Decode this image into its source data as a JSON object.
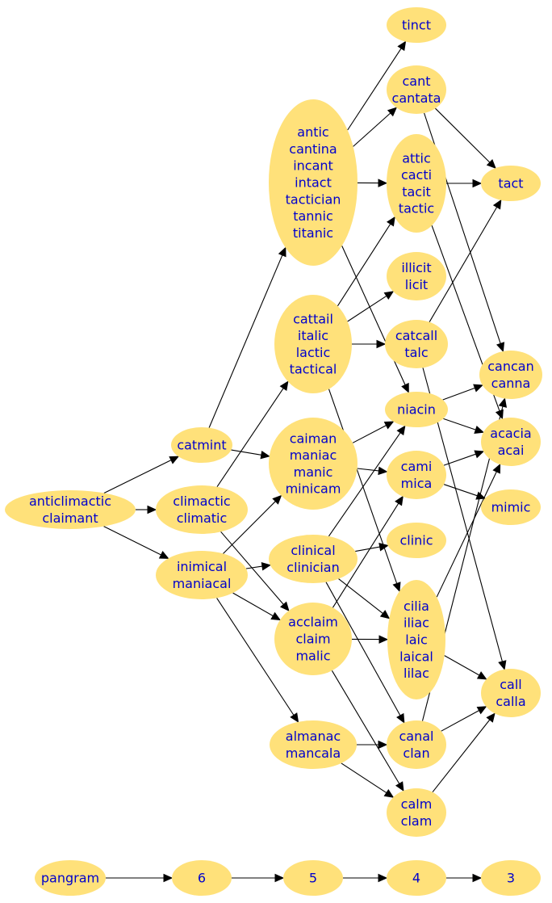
{
  "nodes": [
    {
      "id": "anticlimactic",
      "lines": [
        "anticlimactic",
        "claimant"
      ]
    },
    {
      "id": "catmint",
      "lines": [
        "catmint"
      ]
    },
    {
      "id": "climactic",
      "lines": [
        "climactic",
        "climatic"
      ]
    },
    {
      "id": "inimical",
      "lines": [
        "inimical",
        "maniacal"
      ]
    },
    {
      "id": "antic",
      "lines": [
        "antic",
        "cantina",
        "incant",
        "intact",
        "tactician",
        "tannic",
        "titanic"
      ]
    },
    {
      "id": "cattail",
      "lines": [
        "cattail",
        "italic",
        "lactic",
        "tactical"
      ]
    },
    {
      "id": "caiman",
      "lines": [
        "caiman",
        "maniac",
        "manic",
        "minicam"
      ]
    },
    {
      "id": "clinical",
      "lines": [
        "clinical",
        "clinician"
      ]
    },
    {
      "id": "acclaim",
      "lines": [
        "acclaim",
        "claim",
        "malic"
      ]
    },
    {
      "id": "almanac",
      "lines": [
        "almanac",
        "mancala"
      ]
    },
    {
      "id": "tinct",
      "lines": [
        "tinct"
      ]
    },
    {
      "id": "cant",
      "lines": [
        "cant",
        "cantata"
      ]
    },
    {
      "id": "attic",
      "lines": [
        "attic",
        "cacti",
        "tacit",
        "tactic"
      ]
    },
    {
      "id": "illicit",
      "lines": [
        "illicit",
        "licit"
      ]
    },
    {
      "id": "catcall",
      "lines": [
        "catcall",
        "talc"
      ]
    },
    {
      "id": "niacin",
      "lines": [
        "niacin"
      ]
    },
    {
      "id": "cami",
      "lines": [
        "cami",
        "mica"
      ]
    },
    {
      "id": "clinic",
      "lines": [
        "clinic"
      ]
    },
    {
      "id": "cilia",
      "lines": [
        "cilia",
        "iliac",
        "laic",
        "laical",
        "lilac"
      ]
    },
    {
      "id": "canal",
      "lines": [
        "canal",
        "clan"
      ]
    },
    {
      "id": "calm",
      "lines": [
        "calm",
        "clam"
      ]
    },
    {
      "id": "tact",
      "lines": [
        "tact"
      ]
    },
    {
      "id": "cancan",
      "lines": [
        "cancan",
        "canna"
      ]
    },
    {
      "id": "acacia",
      "lines": [
        "acacia",
        "acai"
      ]
    },
    {
      "id": "mimic",
      "lines": [
        "mimic"
      ]
    },
    {
      "id": "call",
      "lines": [
        "call",
        "calla"
      ]
    },
    {
      "id": "pangram",
      "lines": [
        "pangram"
      ]
    },
    {
      "id": "n6",
      "lines": [
        "6"
      ]
    },
    {
      "id": "n5",
      "lines": [
        "5"
      ]
    },
    {
      "id": "n4",
      "lines": [
        "4"
      ]
    },
    {
      "id": "n3",
      "lines": [
        "3"
      ]
    }
  ],
  "edges": [
    [
      "anticlimactic",
      "catmint"
    ],
    [
      "anticlimactic",
      "climactic"
    ],
    [
      "anticlimactic",
      "inimical"
    ],
    [
      "catmint",
      "antic"
    ],
    [
      "catmint",
      "caiman"
    ],
    [
      "climactic",
      "cattail"
    ],
    [
      "climactic",
      "acclaim"
    ],
    [
      "inimical",
      "caiman"
    ],
    [
      "inimical",
      "clinical"
    ],
    [
      "inimical",
      "acclaim"
    ],
    [
      "inimical",
      "almanac"
    ],
    [
      "antic",
      "tinct"
    ],
    [
      "antic",
      "cant"
    ],
    [
      "antic",
      "attic"
    ],
    [
      "antic",
      "niacin"
    ],
    [
      "cattail",
      "attic"
    ],
    [
      "cattail",
      "illicit"
    ],
    [
      "cattail",
      "catcall"
    ],
    [
      "cattail",
      "cilia"
    ],
    [
      "caiman",
      "niacin"
    ],
    [
      "caiman",
      "cami"
    ],
    [
      "clinical",
      "niacin"
    ],
    [
      "clinical",
      "clinic"
    ],
    [
      "clinical",
      "cilia"
    ],
    [
      "clinical",
      "canal"
    ],
    [
      "acclaim",
      "cami"
    ],
    [
      "acclaim",
      "cilia"
    ],
    [
      "acclaim",
      "calm"
    ],
    [
      "almanac",
      "canal"
    ],
    [
      "almanac",
      "calm"
    ],
    [
      "cant",
      "tact"
    ],
    [
      "cant",
      "cancan"
    ],
    [
      "attic",
      "tact"
    ],
    [
      "attic",
      "acacia"
    ],
    [
      "catcall",
      "tact"
    ],
    [
      "catcall",
      "call"
    ],
    [
      "niacin",
      "cancan"
    ],
    [
      "niacin",
      "acacia"
    ],
    [
      "cami",
      "acacia"
    ],
    [
      "cami",
      "mimic"
    ],
    [
      "cilia",
      "acacia"
    ],
    [
      "cilia",
      "call"
    ],
    [
      "canal",
      "cancan"
    ],
    [
      "canal",
      "call"
    ],
    [
      "calm",
      "call"
    ],
    [
      "pangram",
      "n6"
    ],
    [
      "n6",
      "n5"
    ],
    [
      "n5",
      "n4"
    ],
    [
      "n4",
      "n3"
    ]
  ]
}
